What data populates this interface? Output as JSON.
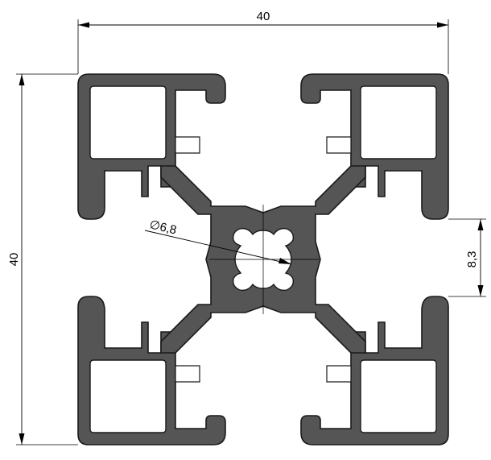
{
  "drawing": {
    "dimensions": {
      "overall_width": "40",
      "overall_height": "40",
      "slot_width": "8,3",
      "bore_diameter": "6,8",
      "diameter_symbol": "∅"
    },
    "colors": {
      "profile_fill": "#555555",
      "outline": "#1a1a1a",
      "background": "#ffffff"
    }
  }
}
